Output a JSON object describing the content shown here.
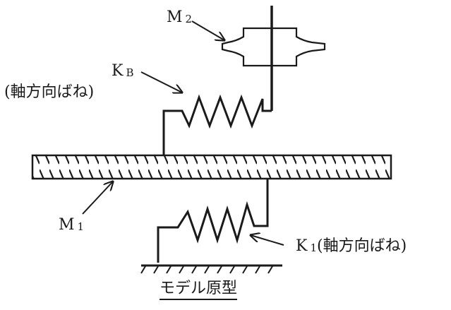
{
  "labels": {
    "m2": {
      "letter": "M",
      "sub": "2"
    },
    "kb": {
      "letter": "K",
      "sub": "B"
    },
    "kb_note": "(軸方向ばね)",
    "m1": {
      "letter": "M",
      "sub": "1"
    },
    "k1": {
      "letter": "K",
      "sub": "1",
      "note": "(軸方向ばね)"
    }
  },
  "caption": "モデル原型",
  "colors": {
    "ink": "#1a1a1a",
    "background": "#ffffff"
  }
}
